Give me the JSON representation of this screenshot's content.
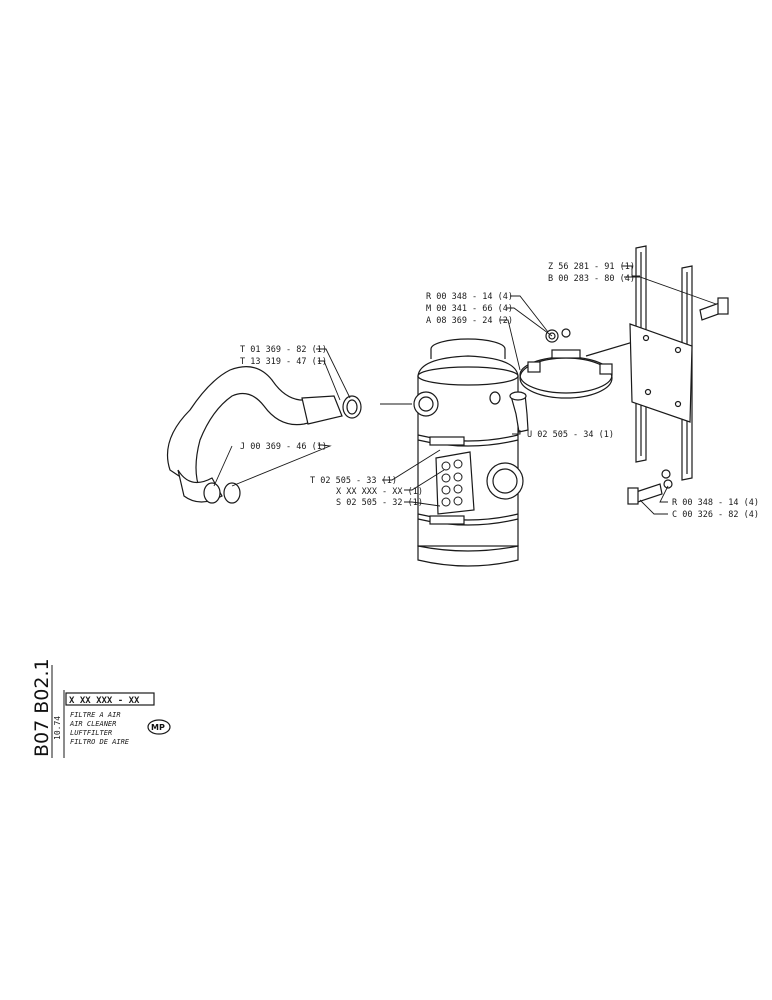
{
  "part_labels": {
    "z56281": "Z 56 281 - 91 (1)",
    "b00283": "B 00 283 - 80 (4)",
    "r00348_top": "R 00 348 - 14 (4)",
    "m00341": "M 00 341 - 66 (4)",
    "a08369": "A 08 369 - 24 (2)",
    "t01369": "T 01 369 - 82 (1)",
    "t13319": "T 13 319 - 47 (1)",
    "j00369": "J 00 369 - 46 (1)",
    "u02505": "U 02 505 - 34 (1)",
    "t02505": "T 02 505 - 33 (1)",
    "xxxxxx": "X XX XXX - XX (1)",
    "s02505": "S 02 505 - 32 (1)",
    "r00348_bottom": "R 00 348 - 14 (4)",
    "c00326": "C 00 326 - 82 (4)"
  },
  "title_block": {
    "sheet_ref": "B07 B02.1",
    "date": "10.74",
    "code": "X XX XXX - XX",
    "names": [
      "FILTRE A AIR",
      "AIR CLEANER",
      "LUFTFILTER",
      "FILTRO DE AIRE"
    ],
    "badge": "MP"
  }
}
